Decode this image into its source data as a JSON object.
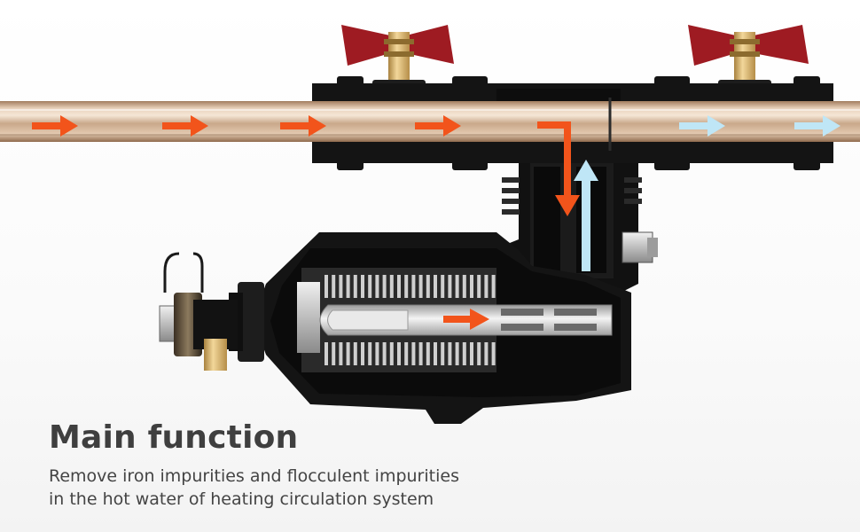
{
  "caption": {
    "title": "Main function",
    "description_line1": "Remove iron impurities and flocculent impurities",
    "description_line2": "in the hot water of heating circulation system"
  },
  "illustration": {
    "subject": "magnetic filter cross-section on copper pipe",
    "colors": {
      "pipe": "#c9a88a",
      "body": "#1a1a1a",
      "valve_handle": "#9e1b22",
      "brass": "#d9b36a",
      "inflow_arrow": "#f2541b",
      "outflow_arrow": "#bfe6f6",
      "magnet_core": "#d6d6d6"
    },
    "icons": [
      "inflow-arrow-icon",
      "outflow-arrow-icon",
      "valve-handle-icon"
    ]
  }
}
